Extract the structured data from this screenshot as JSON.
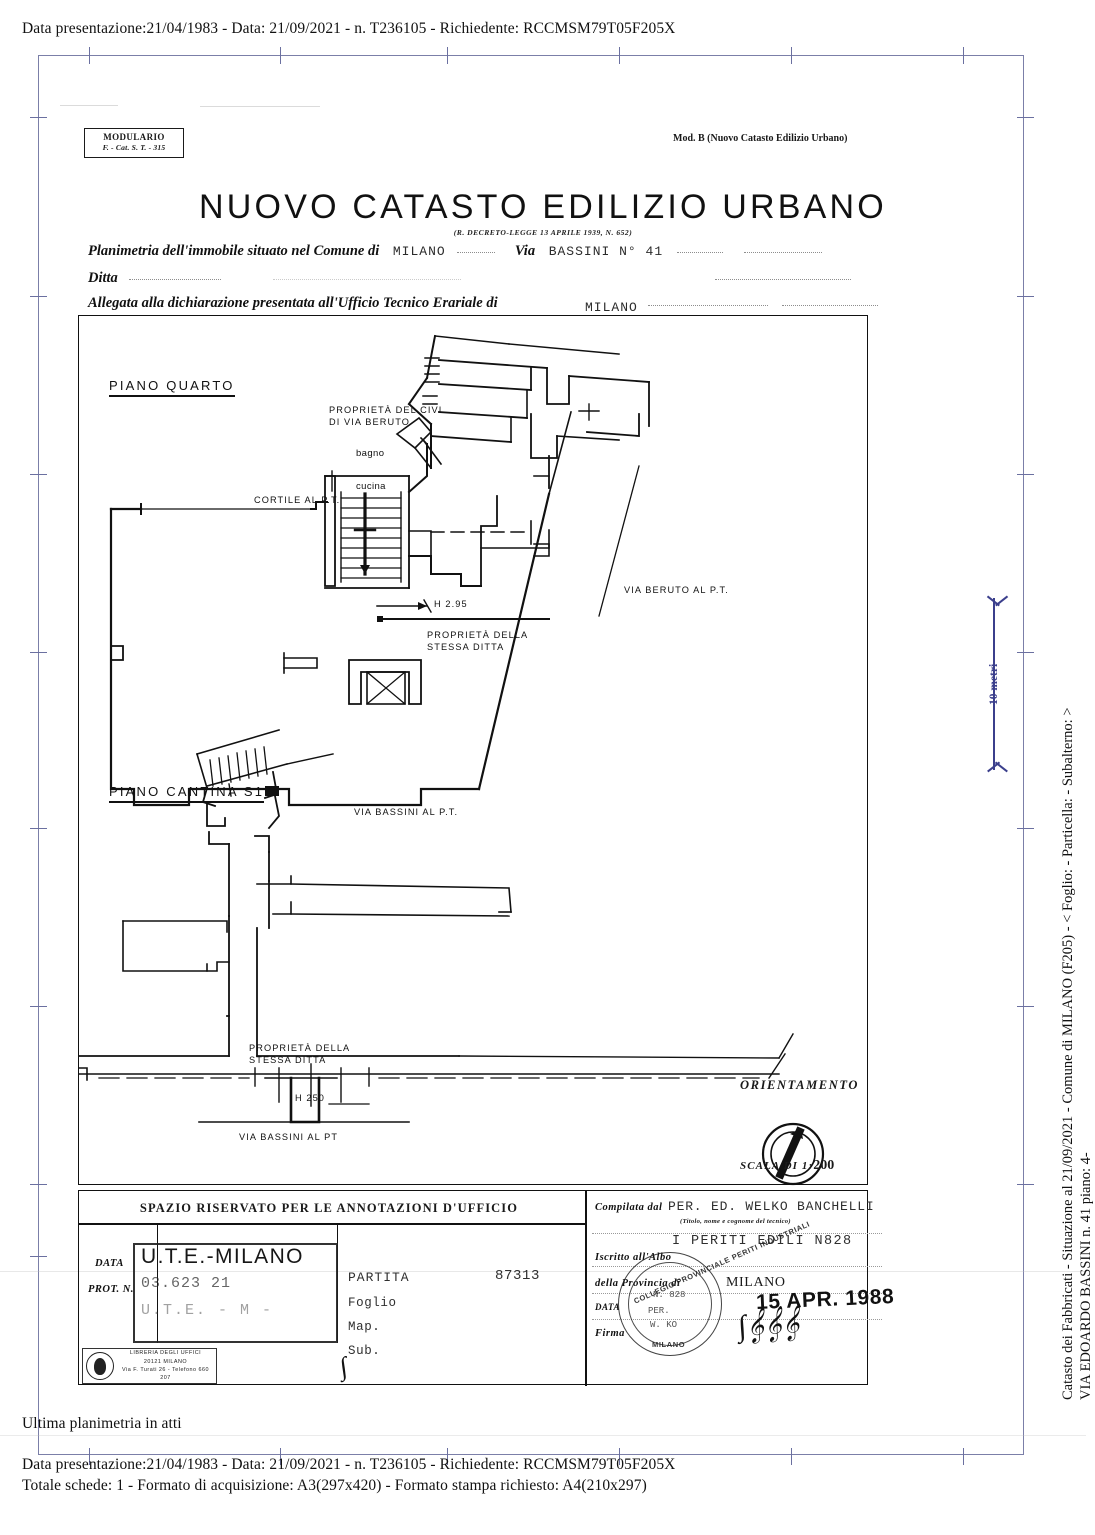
{
  "header_line": "Data presentazione:21/04/1983 - Data: 21/09/2021 - n. T236105 - Richiedente: RCCMSM79T05F205X",
  "form": {
    "modulario": {
      "line1": "MODULARIO",
      "line2": "F. - Cat. S. T. - 315"
    },
    "mod_b": "Mod. B (Nuovo Catasto Edilizio Urbano)",
    "title": "NUOVO CATASTO EDILIZIO URBANO",
    "subtitle": "(R. DECRETO-LEGGE 13 APRILE 1939, N. 652)",
    "row_planimetria_label": "Planimetria dell'immobile situato nel Comune di",
    "comune_value": "MILANO",
    "via_label": "Via",
    "via_value": "BASSINI N° 41",
    "ditta_label": "Ditta",
    "ditta_value": "",
    "row_allegata_label": "Allegata alla dichiarazione presentata all'Ufficio Tecnico Erariale di",
    "allegata_value": "MILANO"
  },
  "plan": {
    "floor_upper_title": "PIANO QUARTO",
    "floor_lower_title": "PIANO CANTINA S1",
    "labels": {
      "cortile": "CORTILE AL P.T.",
      "proprieta_civi_l1": "PROPRIETÀ DEL CIVI",
      "proprieta_civi_l2": "DI VIA BERUTO",
      "bagno": "bagno",
      "cucina": "cucina",
      "altezza_quarto": "H 2.95",
      "proprieta_stessa_l1": "PROPRIETÀ DELLA",
      "proprieta_stessa_l2": "STESSA DITTA",
      "via_beruto": "VIA BERUTO AL P.T.",
      "via_bassini_pt": "VIA BASSINI AL P.T.",
      "proprieta_stessa_c_l1": "PROPRIETÀ DELLA",
      "proprieta_stessa_c_l2": "STESSA DITTA",
      "altezza_cantina": "H 250",
      "via_bassini_cantina": "VIA BASSINI AL PT"
    },
    "orientamento": "ORIENTAMENTO",
    "scala_prefix": "SCALA DI 1:",
    "scala_value": "200"
  },
  "office_box": {
    "title": "SPAZIO RISERVATO PER LE ANNOTAZIONI D'UFFICIO",
    "data_label": "DATA",
    "prot_label": "PROT. N.",
    "prot_value": "03.623    21...",
    "prot_value2": "...",
    "partita_label": "PARTITA",
    "partita_value": "87313",
    "foglio_label": "Foglio",
    "map_label": "Map.",
    "sub_label": "Sub.",
    "ute_stamp": "U.T.E.-MILANO",
    "ute_stamp_l2": "03.623    21",
    "ute_stamp_l3": "U.T.E. - M -",
    "libreria": {
      "l1": "LIBRERIA DEGLI UFFICI",
      "l2": "20121 MILANO",
      "l3": "Via F. Turati 26 - Telefono 660 207"
    }
  },
  "compiled_box": {
    "compilata_label": "Compilata dal",
    "compilata_value": "PER. ED. WELKO BANCHELLI",
    "compilata_hint": "(Titolo, nome e cognome del tecnico)",
    "albo_value": "I PERITI EDILI N828",
    "iscritto_label": "Iscritto all'Albo",
    "provincia_label": "della Provincia di",
    "provincia_value": "MILANO",
    "data_label": "DATA",
    "firma_label": "Firma",
    "date_stamp": "15 APR. 1988",
    "seal": {
      "top_arc": "COLLEGIO PROVINCIALE PERITI INDUSTRIALI",
      "bottom_arc": "MILANO",
      "line1": "N. 828",
      "line2": "PER.",
      "line3": "W. KO"
    }
  },
  "side_text": {
    "line1": "Catasto dei Fabbricati - Situazione al 21/09/2021 - Comune di MILANO (F205) - < Foglio:      - Particella:      - Subalterno:      >",
    "line2": "VIA EDOARDO BASSINI n. 41 piano: 4-",
    "scalebar_label": "10 metri"
  },
  "footer": {
    "line1": "Ultima planimetria in atti",
    "line2": "Data presentazione:21/04/1983 - Data: 21/09/2021 - n. T236105 - Richiedente: RCCMSM79T05F205X",
    "line3": "Totale schede: 1 - Formato di acquisizione: A3(297x420)  - Formato stampa richiesto: A4(210x297)"
  },
  "colors": {
    "frame_blue": "#7b7fa8",
    "scalebar_blue": "#3b3f8c",
    "ink": "#111111"
  }
}
